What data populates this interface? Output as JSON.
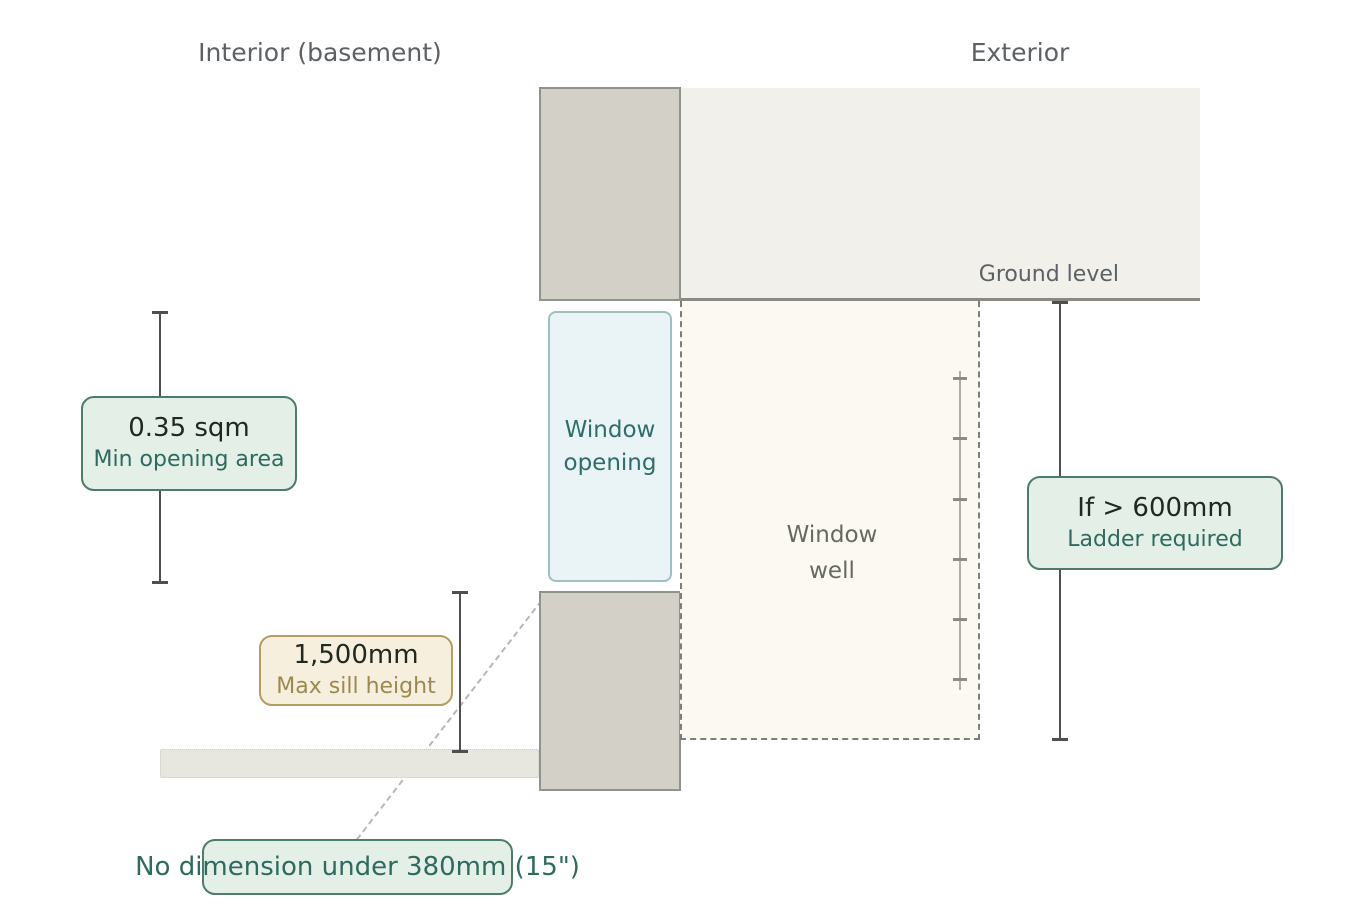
{
  "labels": {
    "interior": "Interior (basement)",
    "exterior": "Exterior",
    "ground_level": "Ground level",
    "window_opening_line1": "Window",
    "window_opening_line2": "opening",
    "window_well_line1": "Window",
    "window_well_line2": "well"
  },
  "callouts": {
    "min_area": {
      "value": "0.35 sqm",
      "label": "Min opening area"
    },
    "max_sill": {
      "value": "1,500mm",
      "label": "Max sill height"
    },
    "ladder": {
      "value": "If > 600mm",
      "label": "Ladder required"
    },
    "min_dimension": {
      "note": "No dimension under 380mm (15\")"
    }
  },
  "colors": {
    "muted-text": "#5c6165",
    "wall-fill": "#d3d0c8",
    "wall-border": "#8e938b",
    "exterior-fill": "#f1f0ea",
    "ground-line": "#8a8a84",
    "well-fill": "#fbf9f2",
    "well-border": "#7e7e79",
    "well-text": "#66695f",
    "opening-fill": "#eaf4f6",
    "opening-border": "#9ec0c3",
    "opening-text": "#2e6e68",
    "floor-fill": "#e7e7e0",
    "floor-border": "#cccdc4",
    "green-box-fill": "#e4efe8",
    "green-box-border": "#4d7c6b",
    "green-text": "#2d6b5e",
    "tan-box-fill": "#f6efdd",
    "tan-box-border": "#b49d62",
    "tan-text": "#9b8a50",
    "value-text": "#20281f",
    "dim-line": "#4f4f4f",
    "ladder-rail": "#adada8",
    "ladder-rung": "#8d8d88",
    "connector": "#b8b8b2"
  }
}
